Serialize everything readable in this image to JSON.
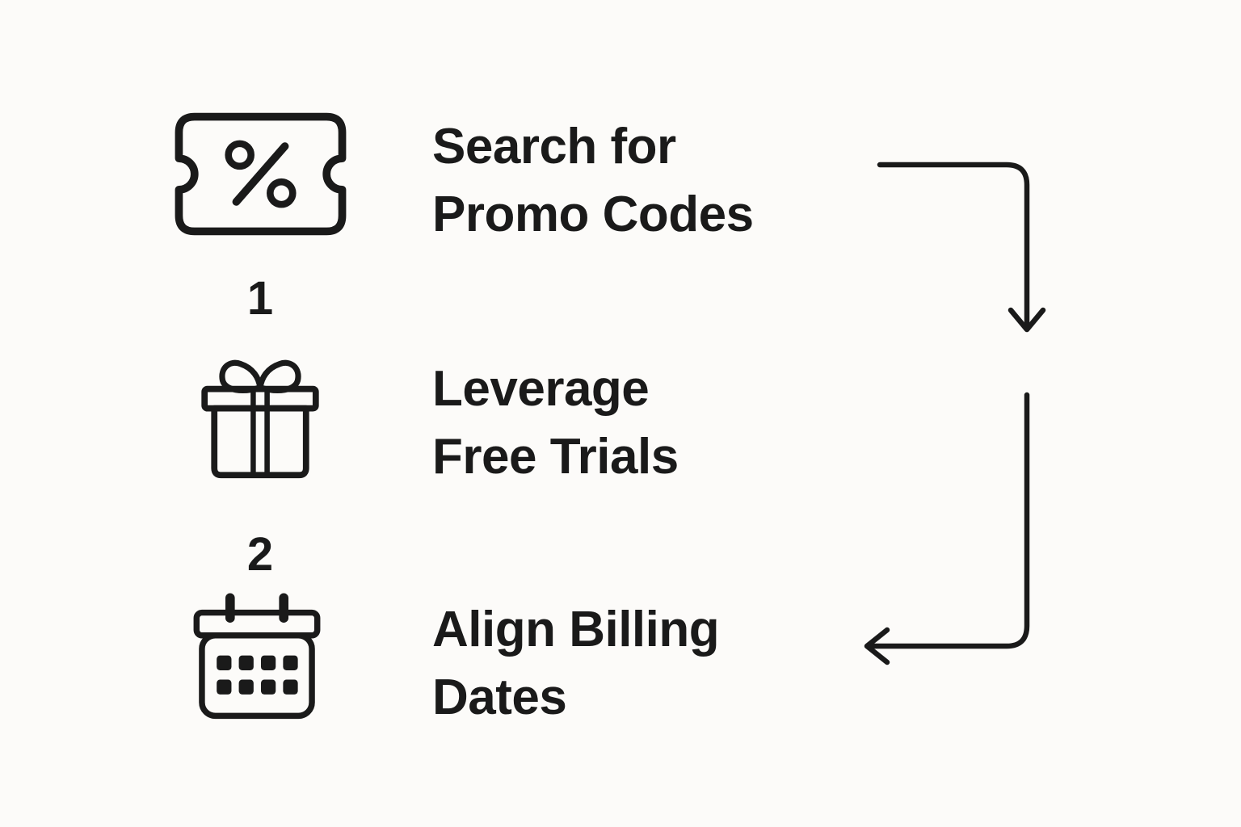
{
  "colors": {
    "background": "#fcfbf9",
    "ink": "#1a1a1a"
  },
  "steps": [
    {
      "id": "search-promo-codes",
      "icon": "ticket-percent-icon",
      "lines": [
        "Search for",
        "Promo Codes"
      ]
    },
    {
      "id": "leverage-free-trials",
      "icon": "gift-icon",
      "lines": [
        "Leverage",
        "Free Trials"
      ]
    },
    {
      "id": "align-billing-dates",
      "icon": "calendar-icon",
      "lines": [
        "Align Billing",
        "Dates"
      ]
    }
  ],
  "sequence_numbers": [
    "1",
    "2"
  ],
  "flow": {
    "arrow_1_direction": "down",
    "arrow_2_direction": "left"
  }
}
